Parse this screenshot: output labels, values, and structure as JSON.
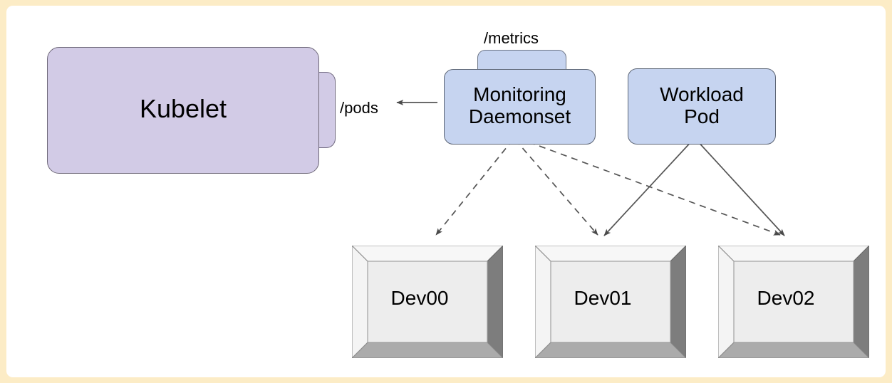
{
  "canvas": {
    "frame_color": "#fcecc6",
    "background": "#ffffff"
  },
  "palette": {
    "kubelet_fill": "#d2cbe6",
    "pod_fill": "#c6d4f0",
    "device_face": "#ededed",
    "device_bevel_light": "#f2f2f2",
    "device_bevel_dark": "#808080",
    "device_bevel_mid": "#a9a9a9",
    "stroke": "#5d6676",
    "connector": "#555555"
  },
  "nodes": {
    "kubelet": {
      "label": "Kubelet",
      "endpoint_label": "/pods",
      "shape": "rounded-rect-with-right-tab",
      "fill": "#d2cbe6"
    },
    "monitoring_daemonset": {
      "label": "Monitoring\nDaemonset",
      "endpoint_label": "/metrics",
      "shape": "rounded-rect-with-top-tab",
      "fill": "#c6d4f0"
    },
    "workload_pod": {
      "label": "Workload\nPod",
      "shape": "rounded-rect",
      "fill": "#c6d4f0"
    }
  },
  "devices": [
    {
      "label": "Dev00"
    },
    {
      "label": "Dev01"
    },
    {
      "label": "Dev02"
    }
  ],
  "connections": [
    {
      "from": "monitoring_daemonset",
      "to": "kubelet_pods_endpoint",
      "style": "solid",
      "arrow": "to"
    },
    {
      "from": "monitoring_daemonset",
      "to": "Dev00",
      "style": "dashed",
      "arrow": "to"
    },
    {
      "from": "monitoring_daemonset",
      "to": "Dev01",
      "style": "dashed",
      "arrow": "to"
    },
    {
      "from": "monitoring_daemonset",
      "to": "Dev02",
      "style": "dashed",
      "arrow": "to"
    },
    {
      "from": "workload_pod",
      "to": "Dev01",
      "style": "solid",
      "arrow": "to"
    },
    {
      "from": "workload_pod",
      "to": "Dev02",
      "style": "solid",
      "arrow": "to"
    }
  ]
}
